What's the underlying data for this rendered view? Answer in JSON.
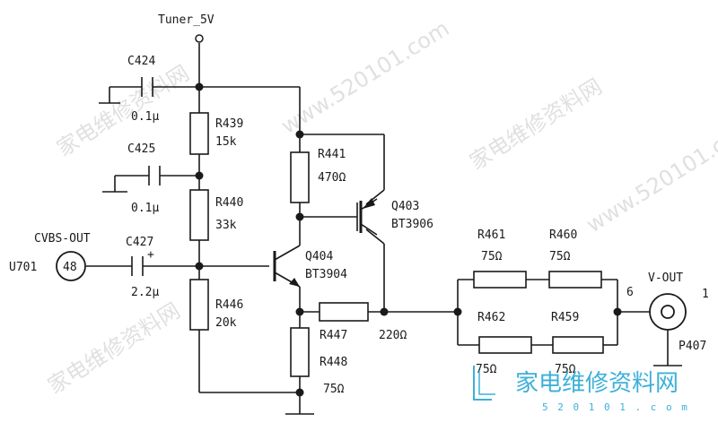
{
  "supply": "Tuner_5V",
  "connector_in": {
    "ref": "U701",
    "pin": "48",
    "net": "CVBS-OUT"
  },
  "connector_out": {
    "net": "V-OUT",
    "pin_left": "6",
    "pin_right": "1",
    "ref": "P407"
  },
  "capacitors": [
    {
      "ref": "C424",
      "value": "0.1μ"
    },
    {
      "ref": "C425",
      "value": "0.1μ"
    },
    {
      "ref": "C427",
      "value": "2.2μ",
      "polarity": "+"
    }
  ],
  "resistors": [
    {
      "ref": "R439",
      "value": "15k"
    },
    {
      "ref": "R440",
      "value": "33k"
    },
    {
      "ref": "R446",
      "value": "20k"
    },
    {
      "ref": "R441",
      "value": "470Ω"
    },
    {
      "ref": "R447",
      "value": "220Ω"
    },
    {
      "ref": "R448",
      "value": "75Ω"
    },
    {
      "ref": "R461",
      "value": "75Ω"
    },
    {
      "ref": "R460",
      "value": "75Ω"
    },
    {
      "ref": "R462",
      "value": "75Ω"
    },
    {
      "ref": "R459",
      "value": "75Ω"
    }
  ],
  "transistors": [
    {
      "ref": "Q404",
      "part": "BT3904",
      "type": "NPN"
    },
    {
      "ref": "Q403",
      "part": "BT3906",
      "type": "PNP"
    }
  ],
  "watermark": {
    "text_cn": "家电维修资料网",
    "text_url": "www.520101.com",
    "logo_text": "家电维修资料网",
    "logo_url": "5 2 0 1 0 1 . c o m"
  }
}
